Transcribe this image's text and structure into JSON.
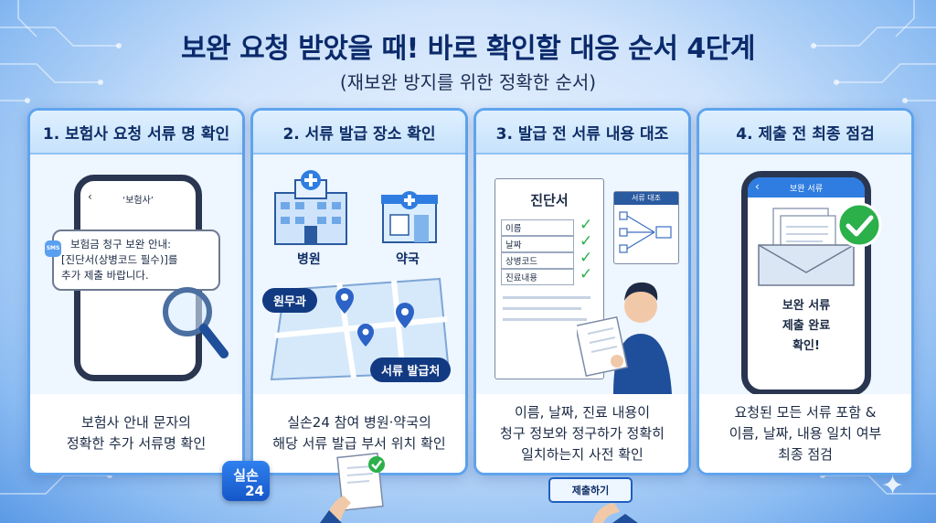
{
  "title": "보완 요청 받았을 때! 바로 확인할 대응 순서 4단계",
  "subtitle": "(재보완 방지를 위한 정확한 순서)",
  "colors": {
    "accent": "#123a82",
    "card_border": "#5fa4ee",
    "check": "#2bb04a"
  },
  "steps": [
    {
      "heading": "1. 보험사 요청 서류 명 확인",
      "phone_header": "‘보험사’",
      "sms_icon": "SMS",
      "message": [
        "보험금 청구 보완 안내:",
        "[진단서(상병코드 필수)]를",
        "추가 제출 바랍니다."
      ],
      "desc": [
        "보험사 안내 문자의",
        "정확한 추가 서류명 확인"
      ]
    },
    {
      "heading": "2. 서류 발급 장소 확인",
      "hospital": "병원",
      "pharmacy": "약국",
      "office": "원무과",
      "issuer": "서류 발급처",
      "desc": [
        "실손24 참여 병원·약국의",
        "해당 서류 발급 부서 위치 확인"
      ]
    },
    {
      "heading": "3. 발급 전 서류 내용 대조",
      "doc_title": "진단서",
      "fields": [
        "이름",
        "날짜",
        "상병코드",
        "진료내용"
      ],
      "compare_label": "서류 대조",
      "desc": [
        "이름, 날짜, 진료 내용이",
        "청구 정보와 정구하가 정확히",
        "일치하는지 사전 확인"
      ]
    },
    {
      "heading": "4. 제출 전 최종 점검",
      "phone_header": "보완 서류",
      "status": [
        "보완 서류",
        "제출 완료",
        "확인!"
      ],
      "desc": [
        "요청된 모든 서류 포함 &",
        "이름, 날짜, 내용 일치 여부",
        "최종 점검"
      ]
    }
  ],
  "badge": {
    "line1": "실손",
    "line2": "24"
  },
  "submit_button": "제출하기"
}
